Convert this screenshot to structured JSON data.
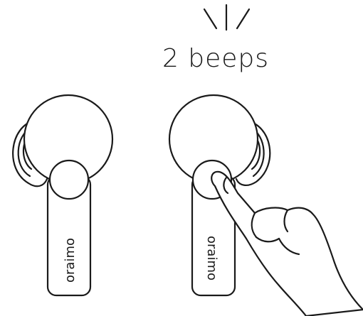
{
  "caption": "2 beeps",
  "left_earbud": {
    "brand": "oraimo"
  },
  "right_earbud": {
    "brand": "oraimo"
  },
  "icons": {
    "sound": "sound-burst-icon",
    "hand": "pointing-hand-icon"
  }
}
